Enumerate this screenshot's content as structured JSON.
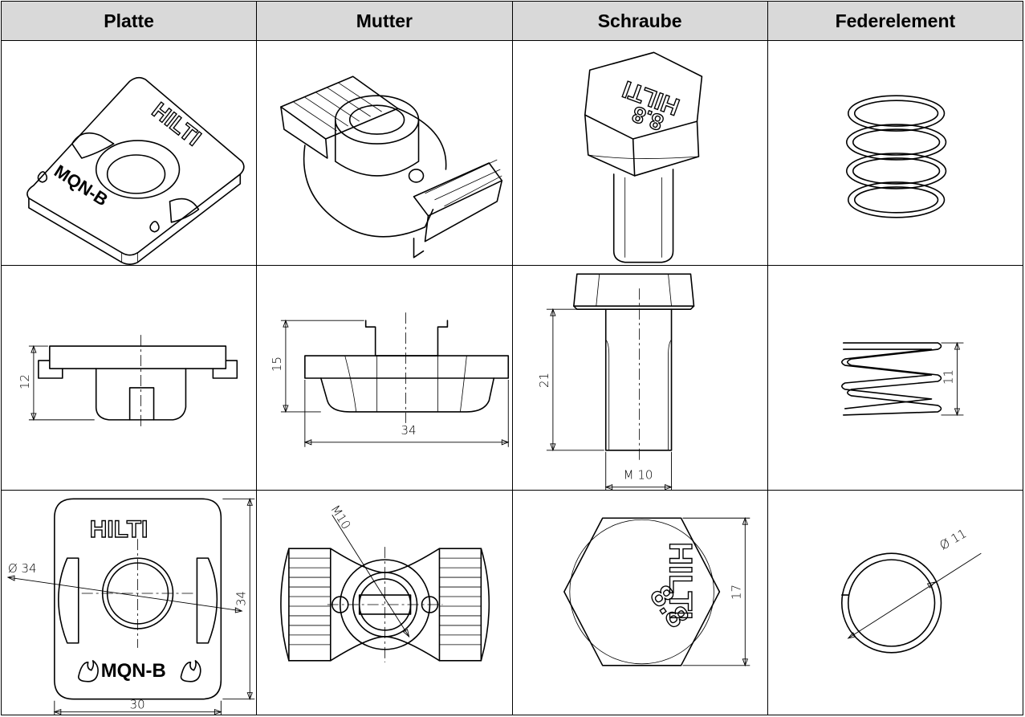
{
  "table": {
    "headers": [
      "Platte",
      "Mutter",
      "Schraube",
      "Federelement"
    ]
  },
  "platte": {
    "iso_logo": "HILTI",
    "iso_marking": "MQN-B",
    "side_height": "12",
    "top_logo": "HILTI",
    "top_marking": "MQN-B",
    "top_diameter": "Ø 34",
    "top_height": "34",
    "top_width": "30"
  },
  "mutter": {
    "side_height": "15",
    "side_width": "34",
    "top_thread": "M10"
  },
  "schraube": {
    "iso_head_text": "HILTI",
    "iso_grade": "8.8",
    "side_length": "21",
    "side_thread": "M 10",
    "top_head_text": "HILTI",
    "top_grade": "8.8",
    "top_width": "17"
  },
  "federelement": {
    "side_height": "11",
    "top_diameter": "Ø 11"
  }
}
